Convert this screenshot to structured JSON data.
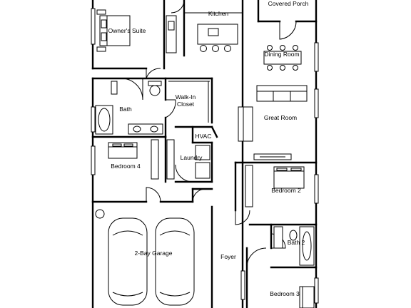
{
  "rooms": {
    "kitchen": "Kitchen",
    "covered_porch": "Covered Porch",
    "owners_suite": "Owner's Suite",
    "dining_room": "Dining Room",
    "walk_in_closet_1": "Walk-In",
    "walk_in_closet_2": "Closet",
    "bath": "Bath",
    "great_room": "Great Room",
    "hvac": "HVAC",
    "laundry": "Laundry",
    "bedroom_4": "Bedroom 4",
    "bedroom_2": "Bedroom 2",
    "garage": "2-Bay Garage",
    "foyer": "Foyer",
    "bath_2": "Bath 2",
    "bedroom_3": "Bedroom 3"
  }
}
